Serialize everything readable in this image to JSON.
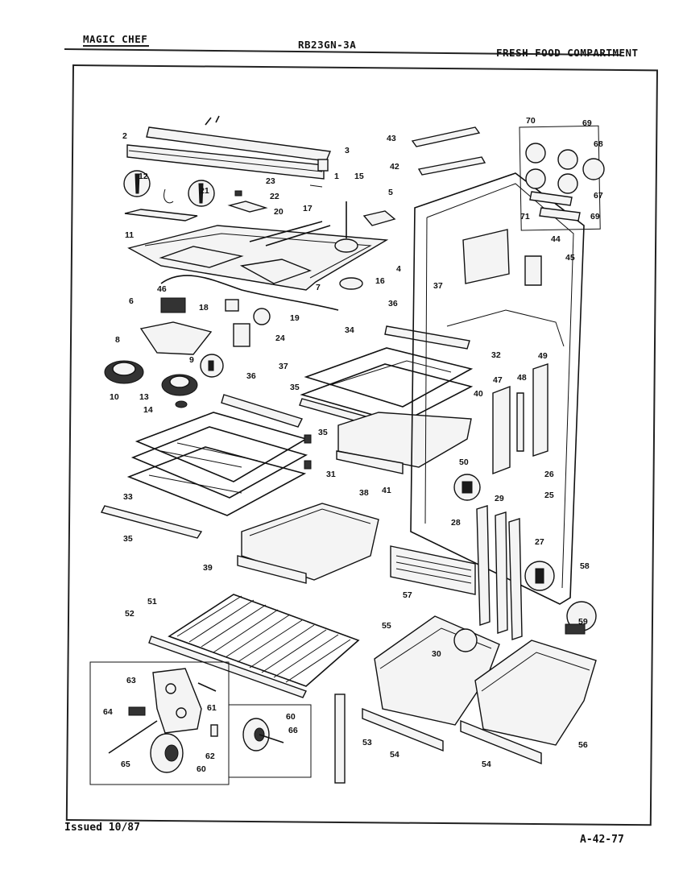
{
  "header": {
    "brand": "MAGIC CHEF",
    "model": "RB23GN-3A",
    "section": "FRESH FOOD COMPARTMENT"
  },
  "footer": {
    "issued": "Issued 10/87",
    "code": "A-42-77"
  },
  "part_labels": [
    "1",
    "2",
    "3",
    "4",
    "5",
    "6",
    "7",
    "8",
    "9",
    "10",
    "11",
    "12",
    "13",
    "14",
    "15",
    "16",
    "17",
    "18",
    "19",
    "20",
    "21",
    "22",
    "23",
    "24",
    "25",
    "26",
    "27",
    "28",
    "29",
    "30",
    "31",
    "32",
    "33",
    "34",
    "35",
    "35",
    "35",
    "36",
    "36",
    "37",
    "37",
    "38",
    "39",
    "40",
    "41",
    "42",
    "43",
    "44",
    "45",
    "46",
    "47",
    "48",
    "49",
    "50",
    "51",
    "52",
    "53",
    "54",
    "54",
    "55",
    "56",
    "57",
    "58",
    "59",
    "60",
    "60",
    "61",
    "62",
    "63",
    "64",
    "65",
    "66",
    "67",
    "68",
    "69",
    "69",
    "70",
    "71"
  ]
}
